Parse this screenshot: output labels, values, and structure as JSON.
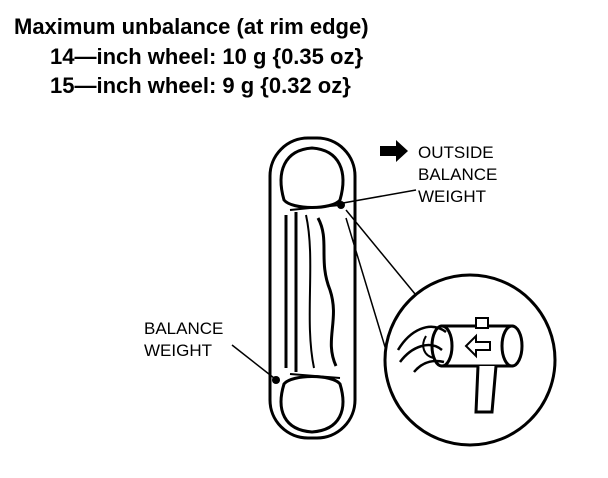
{
  "header": {
    "title": "Maximum unbalance (at rim edge)",
    "line_14": "14—inch wheel:  10 g {0.35 oz}",
    "line_15": "15—inch wheel:  9 g {0.32 oz}"
  },
  "diagram": {
    "outside_label_1": "OUTSIDE",
    "outside_label_2": "BALANCE",
    "outside_label_3": "WEIGHT",
    "inside_label_1": "BALANCE",
    "inside_label_2": "WEIGHT"
  }
}
